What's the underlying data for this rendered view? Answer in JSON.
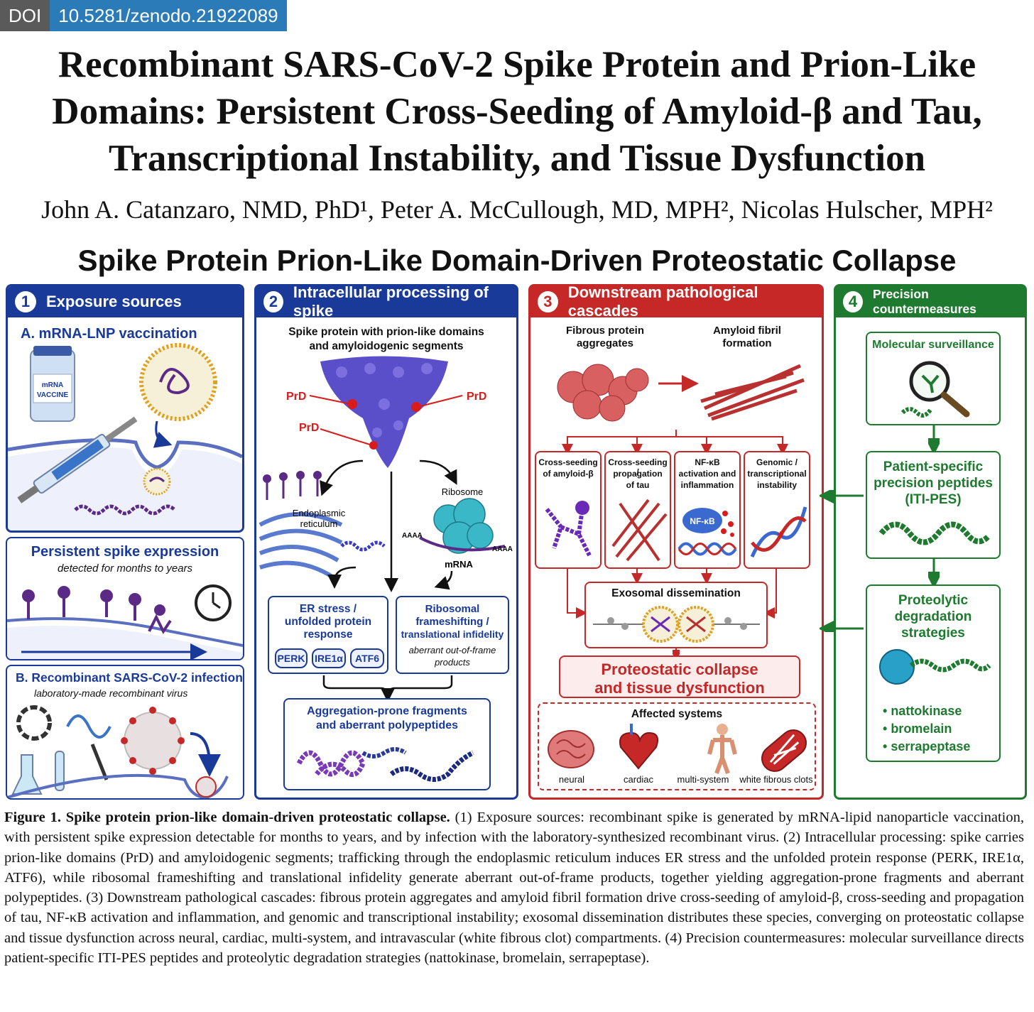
{
  "doi": {
    "label": "DOI",
    "value": "10.5281/zenodo.21922089"
  },
  "paper": {
    "title_lines": [
      "Recombinant SARS-CoV-2 Spike Protein and Prion-Like",
      "Domains: Persistent Cross-Seeding of Amyloid-β and Tau,",
      "Transcriptional Instability, and Tissue Dysfunction"
    ],
    "authors": "John A. Catanzaro, NMD, PhD¹, Peter A. McCullough, MD, MPH²,  Nicolas Hulscher, MPH²"
  },
  "figure": {
    "title": "Spike Protein Prion-Like Domain-Driven Proteostatic Collapse",
    "colors": {
      "blue": "#1a3a9a",
      "red": "#c62828",
      "green": "#1e7a2e"
    },
    "panel1": {
      "num": "1",
      "header": "Exposure sources",
      "a_title": "A. mRNA-LNP vaccination",
      "vial_label_1": "mRNA",
      "vial_label_2": "VACCINE",
      "persist_title": "Persistent spike expression",
      "persist_sub": "detected for months to years",
      "b_title": "B. Recombinant SARS-CoV-2 infection",
      "b_sub": "laboratory-made recombinant virus"
    },
    "panel2": {
      "num": "2",
      "header": "Intracellular processing of spike",
      "spike_line1": "Spike protein with prion-like domains",
      "spike_line2": "and amyloidogenic segments",
      "prd": "PrD",
      "er_label_1": "Endoplasmic",
      "er_label_2": "reticulum",
      "ribosome": "Ribosome",
      "mrna": "mRNA",
      "aaaa": "AAAA",
      "er_stress_1": "ER stress /",
      "er_stress_2": "unfolded protein",
      "er_stress_3": "response",
      "pills": [
        "PERK",
        "IRE1α",
        "ATF6"
      ],
      "ribo_1": "Ribosomal",
      "ribo_2": "frameshifting /",
      "ribo_3": "translational infidelity",
      "ribo_sub_1": "aberrant out-of-frame",
      "ribo_sub_2": "products",
      "agg_1": "Aggregation-prone fragments",
      "agg_2": "and aberrant polypeptides"
    },
    "panel3": {
      "num": "3",
      "header": "Downstream pathological cascades",
      "fib_1": "Fibrous protein",
      "fib_2": "aggregates",
      "amy_1": "Amyloid fibril",
      "amy_2": "formation",
      "c1": [
        "Cross-seeding",
        "of amyloid-β"
      ],
      "c2": [
        "Cross-seeding /",
        "propagation",
        "of tau"
      ],
      "c3": [
        "NF-κB",
        "activation and",
        "inflammation"
      ],
      "c4": [
        "Genomic /",
        "transcriptional",
        "instability"
      ],
      "nfkb": "NF-κB",
      "exo": "Exosomal dissemination",
      "collapse_1": "Proteostatic collapse",
      "collapse_2": "and tissue dysfunction",
      "affected": "Affected systems",
      "systems": [
        "neural",
        "cardiac",
        "multi-system",
        "white fibrous clots"
      ]
    },
    "panel4": {
      "num": "4",
      "header": "Precision countermeasures",
      "surv": "Molecular surveillance",
      "pep_1": "Patient-specific",
      "pep_2": "precision peptides",
      "pep_3": "(ITI-PES)",
      "prot_1": "Proteolytic",
      "prot_2": "degradation",
      "prot_3": "strategies",
      "bullets": [
        "nattokinase",
        "bromelain",
        "serrapeptase"
      ]
    }
  },
  "caption": {
    "label": "Figure 1. Spike protein prion-like domain-driven proteostatic collapse.",
    "text": " (1) Exposure sources: recombinant spike is generated by mRNA-lipid nanoparticle vaccination, with persistent spike expression detectable for months to years, and by infection with the laboratory-synthesized recombinant virus. (2) Intracellular processing: spike carries prion-like domains (PrD) and amyloidogenic segments; trafficking through the endoplasmic reticulum induces ER stress and the unfolded protein response (PERK, IRE1α, ATF6), while ribosomal frameshifting and translational infidelity generate aberrant out-of-frame products, together yielding aggregation-prone fragments and aberrant polypeptides. (3) Downstream pathological cascades: fibrous protein aggregates and amyloid fibril formation drive cross-seeding of amyloid-β, cross-seeding and propagation of tau, NF-κB activation and inflammation, and genomic and transcriptional instability; exosomal dissemination distributes these species, converging on proteostatic collapse and tissue dysfunction across neural, cardiac, multi-system, and intravascular (white fibrous clot) compartments. (4) Precision countermeasures: molecular surveillance directs patient-specific ITI-PES peptides and proteolytic degradation strategies (nattokinase, bromelain, serrapeptase)."
  }
}
